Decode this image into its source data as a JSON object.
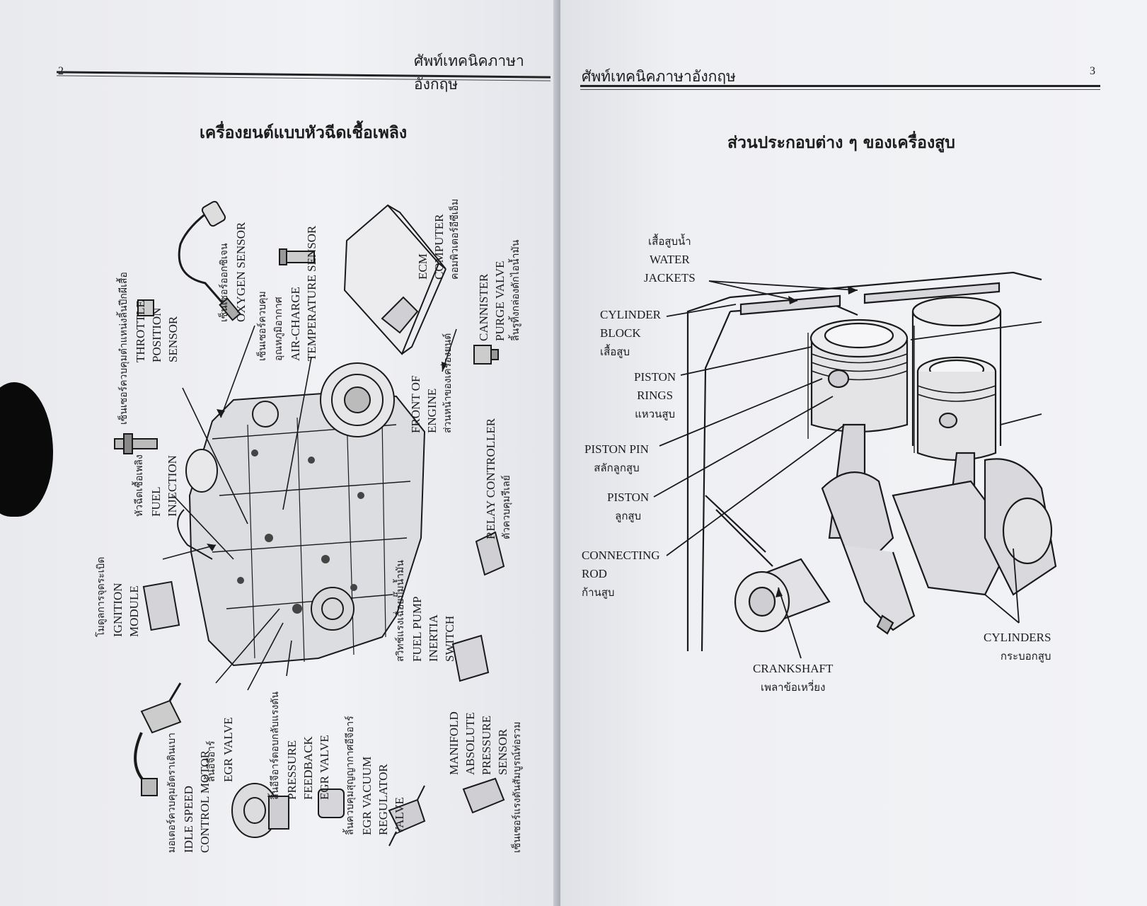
{
  "left_page": {
    "page_number": "2",
    "header": "ศัพท์เทคนิคภาษาอังกฤษ",
    "title": "เครื่องยนต์แบบหัวฉีดเชื้อเพลิง",
    "labels": {
      "ignition": {
        "th": "โมดูลการจุดระเบิด",
        "en1": "IGNITION",
        "en2": "MODULE"
      },
      "fuel_injection": {
        "th": "หัวฉีดเชื้อเพลิง",
        "en1": "FUEL",
        "en2": "INJECTION"
      },
      "throttle": {
        "th": "เซ็นเซอร์ควบคุมตำแหน่งลิ้นปีกผีเสื้อ",
        "en1": "THROTTLE",
        "en2": "POSITION",
        "en3": "SENSOR"
      },
      "oxygen": {
        "en": "OXYGEN SENSOR",
        "th": "เซ็นเซอร์ออกซิเจน"
      },
      "air_charge": {
        "th1": "เซ็นเซอร์ควบคุม",
        "th2": "อุณหภูมิอากาศ",
        "en1": "AIR-CHARGE",
        "en2": "TEMPERATURE SENSOR"
      },
      "ecm": {
        "en1": "ECM",
        "en2": "COMPUTER",
        "th": "คอมพิวเตอร์อีซีเอ็ม"
      },
      "cannister": {
        "en1": "CANNISTER",
        "en2": "PURGE VALVE",
        "th": "ลิ้นรูทิ้งกล่องดักไอน้ำมัน"
      },
      "front": {
        "en1": "FRONT OF",
        "en2": "ENGINE",
        "th": "ส่วนหน้าของเครื่องยนต์"
      },
      "relay": {
        "en": "RELAY CONTROLLER",
        "th": "ตัวควบคุมรีเลย์"
      },
      "fuel_pump": {
        "th": "สวิทช์แรงเฉื่อยปั๊มน้ำมัน",
        "en1": "FUEL PUMP",
        "en2": "INERTIA",
        "en3": "SWITCH"
      },
      "idle": {
        "th": "มอเตอร์ควบคุมอัตราเดินเบา",
        "en1": "IDLE SPEED",
        "en2": "CONTROL MOTOR"
      },
      "egr": {
        "th": "ลิ้นอีจีอาร์",
        "en": "EGR VALVE"
      },
      "pressure_feedback": {
        "th": "ลิ้นอีจีอาร์ตอบกลับแรงดัน",
        "en1": "PRESSURE",
        "en2": "FEEDBACK",
        "en3": "EGR VALVE"
      },
      "egr_vacuum": {
        "th": "ลิ้นควบคุมสุญญากาศอีจีอาร์",
        "en1": "EGR VACUUM",
        "en2": "REGULATOR",
        "en3": "VALVE"
      },
      "manifold": {
        "en1": "MANIFOLD",
        "en2": "ABSOLUTE",
        "en3": "PRESSURE",
        "en4": "SENSOR",
        "th": "เซ็นเซอร์แรงดันสัมบูรณ์ท่อรวม"
      }
    }
  },
  "right_page": {
    "page_number": "3",
    "header": "ศัพท์เทคนิคภาษาอังกฤษ",
    "title": "ส่วนประกอบต่าง ๆ ของเครื่องสูบ",
    "labels": {
      "water_jackets": {
        "th": "เสื้อสูบน้ำ",
        "en1": "WATER",
        "en2": "JACKETS"
      },
      "cylinder_block": {
        "en1": "CYLINDER",
        "en2": "BLOCK",
        "th": "เสื้อสูบ"
      },
      "piston_rings": {
        "en1": "PISTON",
        "en2": "RINGS",
        "th": "แหวนสูบ"
      },
      "piston_pin": {
        "en": "PISTON PIN",
        "th": "สลักลูกสูบ"
      },
      "piston": {
        "en": "PISTON",
        "th": "ลูกสูบ"
      },
      "connecting_rod": {
        "en1": "CONNECTING",
        "en2": "ROD",
        "th": "ก้านสูบ"
      },
      "crankshaft": {
        "en": "CRANKSHAFT",
        "th": "เพลาข้อเหวี่ยง"
      },
      "cylinders": {
        "en": "CYLINDERS",
        "th": "กระบอกสูบ"
      }
    }
  }
}
